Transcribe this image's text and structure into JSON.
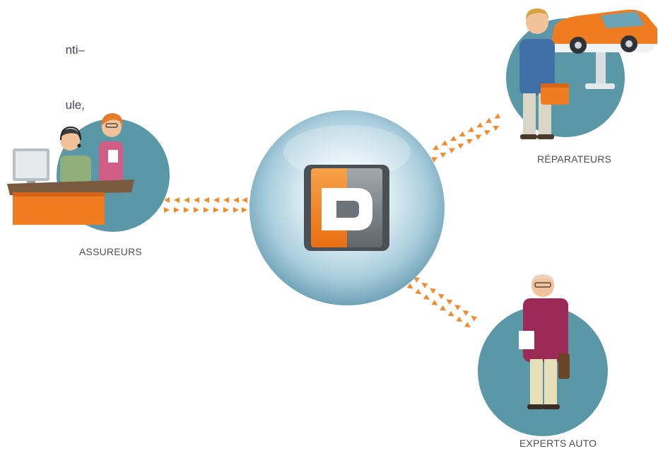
{
  "intro_text": {
    "line1": "nti–",
    "line2": "ule,"
  },
  "nodes": {
    "insurers": {
      "label": "ASSUREURS",
      "icon": "insurers-office-illustration"
    },
    "repairers": {
      "label": "RÉPARATEURS",
      "icon": "mechanic-car-lift-illustration"
    },
    "experts": {
      "label": "EXPERTS AUTO",
      "icon": "car-expert-illustration"
    },
    "hub": {
      "logo_letter": "D",
      "icon": "platform-logo"
    }
  },
  "colors": {
    "circle": "#5a97a7",
    "hub_light": "#e8f3f8",
    "hub_dark": "#9fc3d3",
    "arrow": "#f28a2e",
    "logo_orange": "#ee7d1f",
    "logo_grey": "#7b8288"
  }
}
